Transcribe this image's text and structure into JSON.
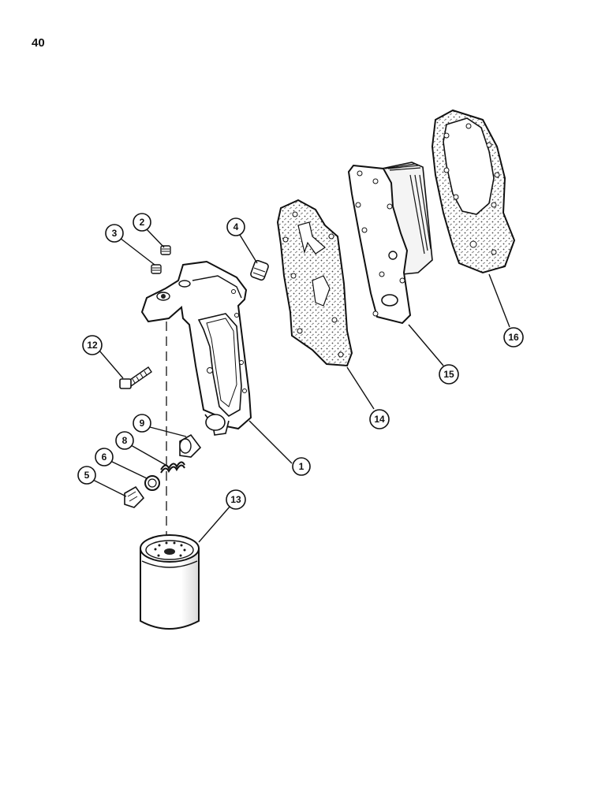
{
  "page": {
    "number": "40"
  },
  "callouts": [
    {
      "id": "c1",
      "label": "1"
    },
    {
      "id": "c2",
      "label": "2"
    },
    {
      "id": "c3",
      "label": "3"
    },
    {
      "id": "c4",
      "label": "4"
    },
    {
      "id": "c5",
      "label": "5"
    },
    {
      "id": "c6",
      "label": "6"
    },
    {
      "id": "c8",
      "label": "8"
    },
    {
      "id": "c9",
      "label": "9"
    },
    {
      "id": "c12",
      "label": "12"
    },
    {
      "id": "c13",
      "label": "13"
    },
    {
      "id": "c14",
      "label": "14"
    },
    {
      "id": "c15",
      "label": "15"
    },
    {
      "id": "c16",
      "label": "16"
    }
  ],
  "colors": {
    "ink": "#111111",
    "paper": "#ffffff",
    "stipple": "#555555"
  }
}
